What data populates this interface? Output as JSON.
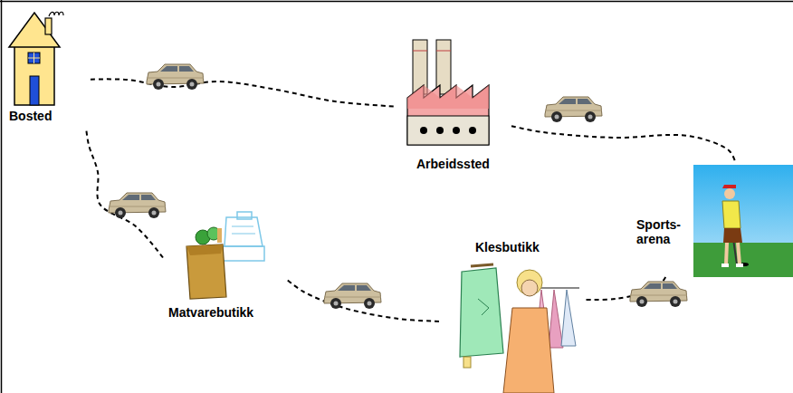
{
  "diagram": {
    "nodes": [
      {
        "text": [
          "Bosted"
        ]
      },
      {
        "text": [
          "Arbeidssted"
        ]
      },
      {
        "text": [
          "Sports- arena"
        ]
      },
      {
        "text": [
          "Klesbutikk"
        ]
      },
      {
        "text": [
          "Matvarebutikk"
        ]
      }
    ],
    "edges": [
      {
        "from": 0,
        "to": 1,
        "arrow": "none"
      },
      {
        "from": 1,
        "to": 2,
        "arrow": "none"
      },
      {
        "from": 2,
        "to": 3,
        "arrow": "none"
      },
      {
        "from": 3,
        "to": 4,
        "arrow": "none"
      },
      {
        "from": 4,
        "to": 0,
        "arrow": "none"
      }
    ]
  }
}
